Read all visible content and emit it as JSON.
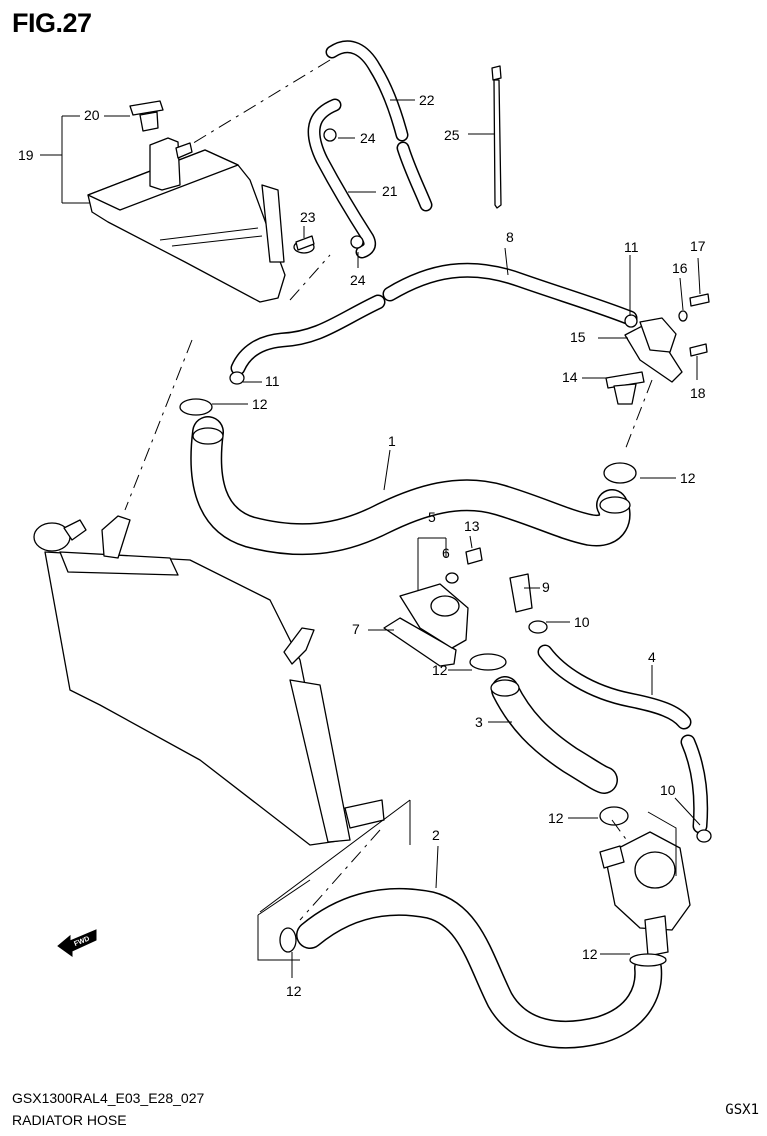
{
  "figure": {
    "title": "FIG.27",
    "code": "GSX1300RAL4_E03_E28_027",
    "name": "RADIATOR HOSE",
    "corner_tag": "GSX1"
  },
  "callouts": [
    {
      "id": "c1",
      "label": "1"
    },
    {
      "id": "c2",
      "label": "2"
    },
    {
      "id": "c3",
      "label": "3"
    },
    {
      "id": "c4",
      "label": "4"
    },
    {
      "id": "c5",
      "label": "5"
    },
    {
      "id": "c6",
      "label": "6"
    },
    {
      "id": "c7",
      "label": "7"
    },
    {
      "id": "c8",
      "label": "8"
    },
    {
      "id": "c9",
      "label": "9"
    },
    {
      "id": "c10a",
      "label": "10"
    },
    {
      "id": "c10b",
      "label": "10"
    },
    {
      "id": "c11a",
      "label": "11"
    },
    {
      "id": "c11b",
      "label": "11"
    },
    {
      "id": "c12a",
      "label": "12"
    },
    {
      "id": "c12b",
      "label": "12"
    },
    {
      "id": "c12c",
      "label": "12"
    },
    {
      "id": "c12d",
      "label": "12"
    },
    {
      "id": "c12e",
      "label": "12"
    },
    {
      "id": "c12f",
      "label": "12"
    },
    {
      "id": "c13",
      "label": "13"
    },
    {
      "id": "c14",
      "label": "14"
    },
    {
      "id": "c15",
      "label": "15"
    },
    {
      "id": "c16",
      "label": "16"
    },
    {
      "id": "c17",
      "label": "17"
    },
    {
      "id": "c18",
      "label": "18"
    },
    {
      "id": "c19",
      "label": "19"
    },
    {
      "id": "c20",
      "label": "20"
    },
    {
      "id": "c21",
      "label": "21"
    },
    {
      "id": "c22",
      "label": "22"
    },
    {
      "id": "c23",
      "label": "23"
    },
    {
      "id": "c24a",
      "label": "24"
    },
    {
      "id": "c24b",
      "label": "24"
    },
    {
      "id": "c25",
      "label": "25"
    }
  ],
  "fwd_arrow": {
    "label": "FWD"
  }
}
